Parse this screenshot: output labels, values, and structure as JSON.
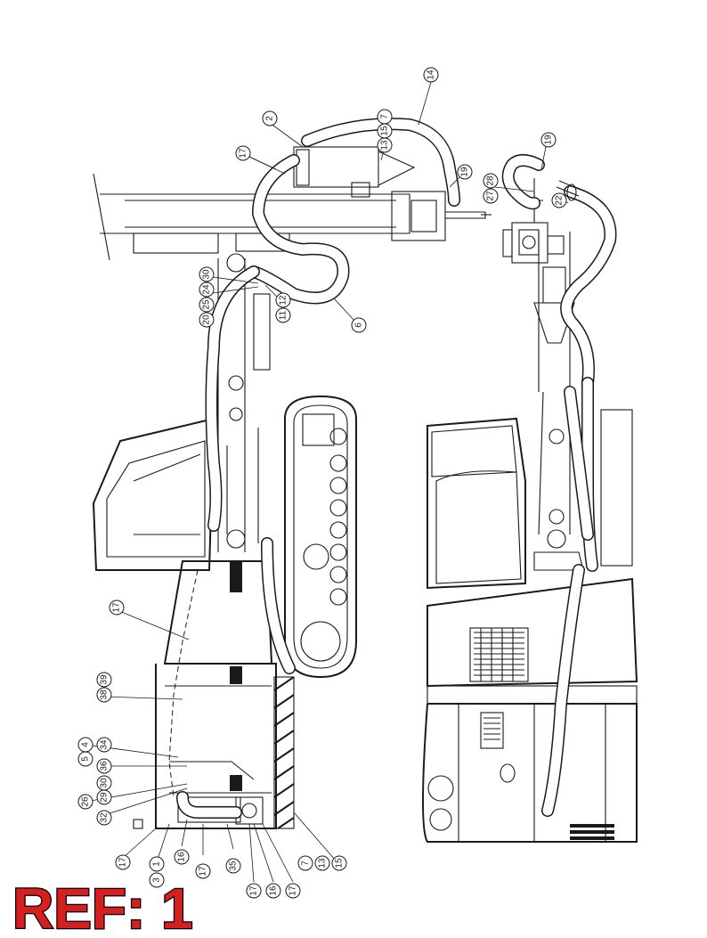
{
  "ref_label": "REF: 1",
  "colors": {
    "ref_fill": "#d61f1f",
    "ref_outline": "#000000",
    "line": "#1a1a1a"
  },
  "callouts": [
    {
      "id": "c-14",
      "text": "14"
    },
    {
      "id": "c-2",
      "text": "2"
    },
    {
      "id": "c-13a",
      "text": "13"
    },
    {
      "id": "c-15a",
      "text": "15"
    },
    {
      "id": "c-7a",
      "text": "7"
    },
    {
      "id": "c-17a",
      "text": "17"
    },
    {
      "id": "c-19a",
      "text": "19"
    },
    {
      "id": "c-19b",
      "text": "19"
    },
    {
      "id": "c-27",
      "text": "27"
    },
    {
      "id": "c-28",
      "text": "28"
    },
    {
      "id": "c-22",
      "text": "22"
    },
    {
      "id": "c-30a",
      "text": "30"
    },
    {
      "id": "c-24",
      "text": "24"
    },
    {
      "id": "c-25",
      "text": "25"
    },
    {
      "id": "c-20",
      "text": "20"
    },
    {
      "id": "c-12",
      "text": "12"
    },
    {
      "id": "c-11",
      "text": "11"
    },
    {
      "id": "c-6",
      "text": "6"
    },
    {
      "id": "c-17b",
      "text": "17"
    },
    {
      "id": "c-39",
      "text": "39"
    },
    {
      "id": "c-38",
      "text": "38"
    },
    {
      "id": "c-4",
      "text": "4"
    },
    {
      "id": "c-5",
      "text": "5"
    },
    {
      "id": "c-34",
      "text": "34"
    },
    {
      "id": "c-36",
      "text": "36"
    },
    {
      "id": "c-26",
      "text": "26"
    },
    {
      "id": "c-29",
      "text": "29"
    },
    {
      "id": "c-30b",
      "text": "30"
    },
    {
      "id": "c-32",
      "text": "32"
    },
    {
      "id": "c-17c",
      "text": "17"
    },
    {
      "id": "c-3",
      "text": "3"
    },
    {
      "id": "c-1",
      "text": "1"
    },
    {
      "id": "c-16a",
      "text": "16"
    },
    {
      "id": "c-17d",
      "text": "17"
    },
    {
      "id": "c-35",
      "text": "35"
    },
    {
      "id": "c-17e",
      "text": "17"
    },
    {
      "id": "c-16b",
      "text": "16"
    },
    {
      "id": "c-17f",
      "text": "17"
    },
    {
      "id": "c-7b",
      "text": "7"
    },
    {
      "id": "c-13b",
      "text": "13"
    },
    {
      "id": "c-15b",
      "text": "15"
    }
  ]
}
